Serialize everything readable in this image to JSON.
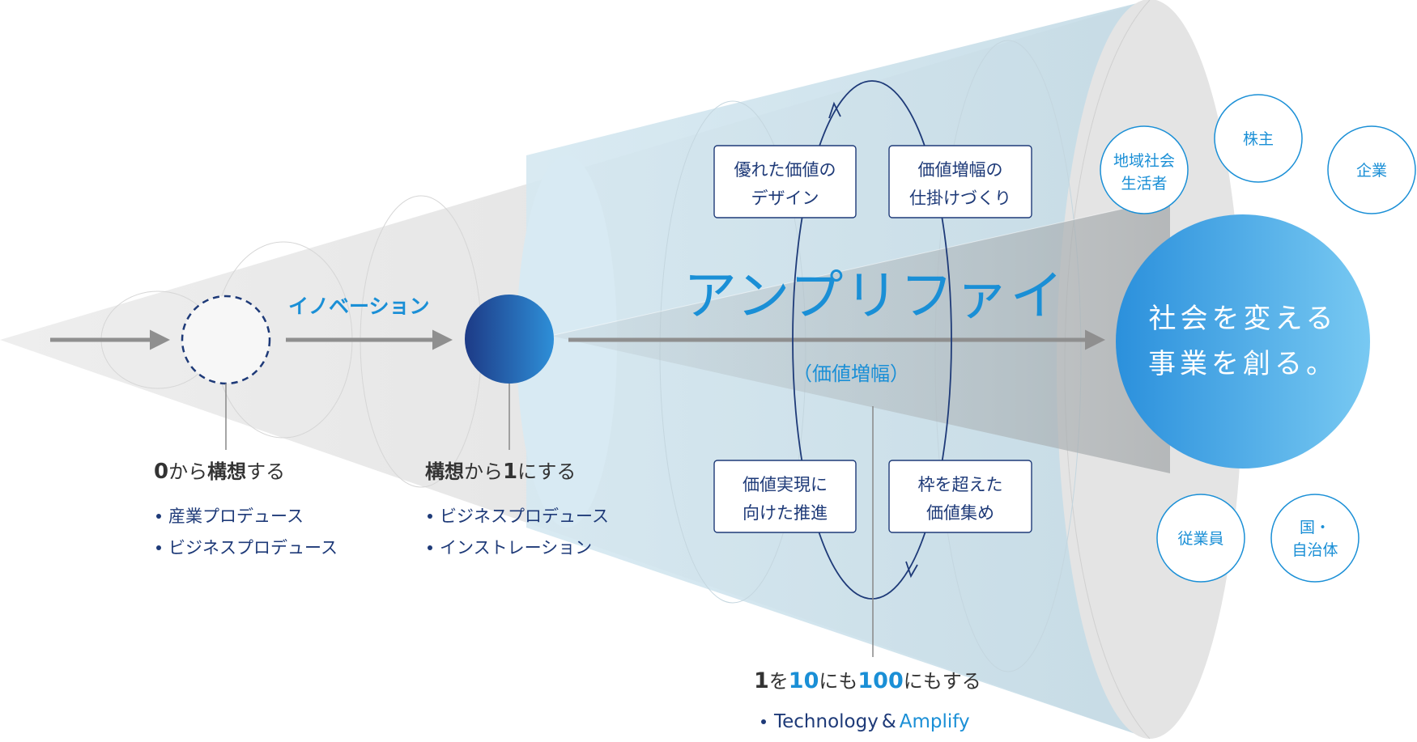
{
  "stage0": {
    "title_num": "0",
    "title_rest_a": "から",
    "title_bold": "構想",
    "title_rest_b": "する",
    "items": [
      "産業プロデュース",
      "ビジネスプロデュース"
    ]
  },
  "innovation_label": "イノベーション",
  "stage1": {
    "title_bold": "構想",
    "title_rest_a": "から",
    "title_num": "1",
    "title_rest_b": "にする",
    "items": [
      "ビジネスプロデュース",
      "インストレーション"
    ]
  },
  "amplify": {
    "title": "アンプリファイ",
    "subtitle": "（価値増幅）",
    "boxes": [
      [
        "優れた価値の",
        "デザイン"
      ],
      [
        "価値増幅の",
        "仕掛けづくり"
      ],
      [
        "価値実現に",
        "向けた推進"
      ],
      [
        "枠を超えた",
        "価値集め"
      ]
    ]
  },
  "stage100": {
    "p1": "1",
    "p2": "を",
    "p3": "10",
    "p4": "にも",
    "p5": "100",
    "p6": "にもする",
    "tech": "Technology",
    "amp_sign": "&",
    "amplify": "Amplify"
  },
  "goal": {
    "line1": "社会を変える",
    "line2": "事業を創る。"
  },
  "stakeholders": [
    [
      "地域社会",
      "生活者"
    ],
    [
      "株主"
    ],
    [
      "企業"
    ],
    [
      "従業員"
    ],
    [
      "国・",
      "自治体"
    ]
  ],
  "colors": {
    "accent_blue": "#1a8fd6",
    "navy": "#1e3a78",
    "arrow_gray": "#8f8f8f"
  }
}
